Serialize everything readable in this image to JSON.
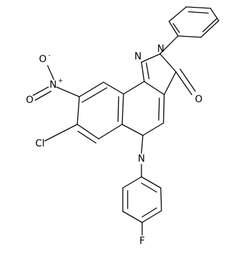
{
  "molecule": {
    "atoms": {
      "nitro_n": "N",
      "nitro_o_top": "O",
      "nitro_o_left": "O",
      "chlorine": "Cl",
      "n_pyrazole_1": "N",
      "n_pyrazole_2": "N",
      "carbonyl_o": "O",
      "n_quinoline": "N",
      "fluorine": "F"
    },
    "charges": {
      "nitro_n": "+",
      "nitro_o_top": "-"
    }
  }
}
